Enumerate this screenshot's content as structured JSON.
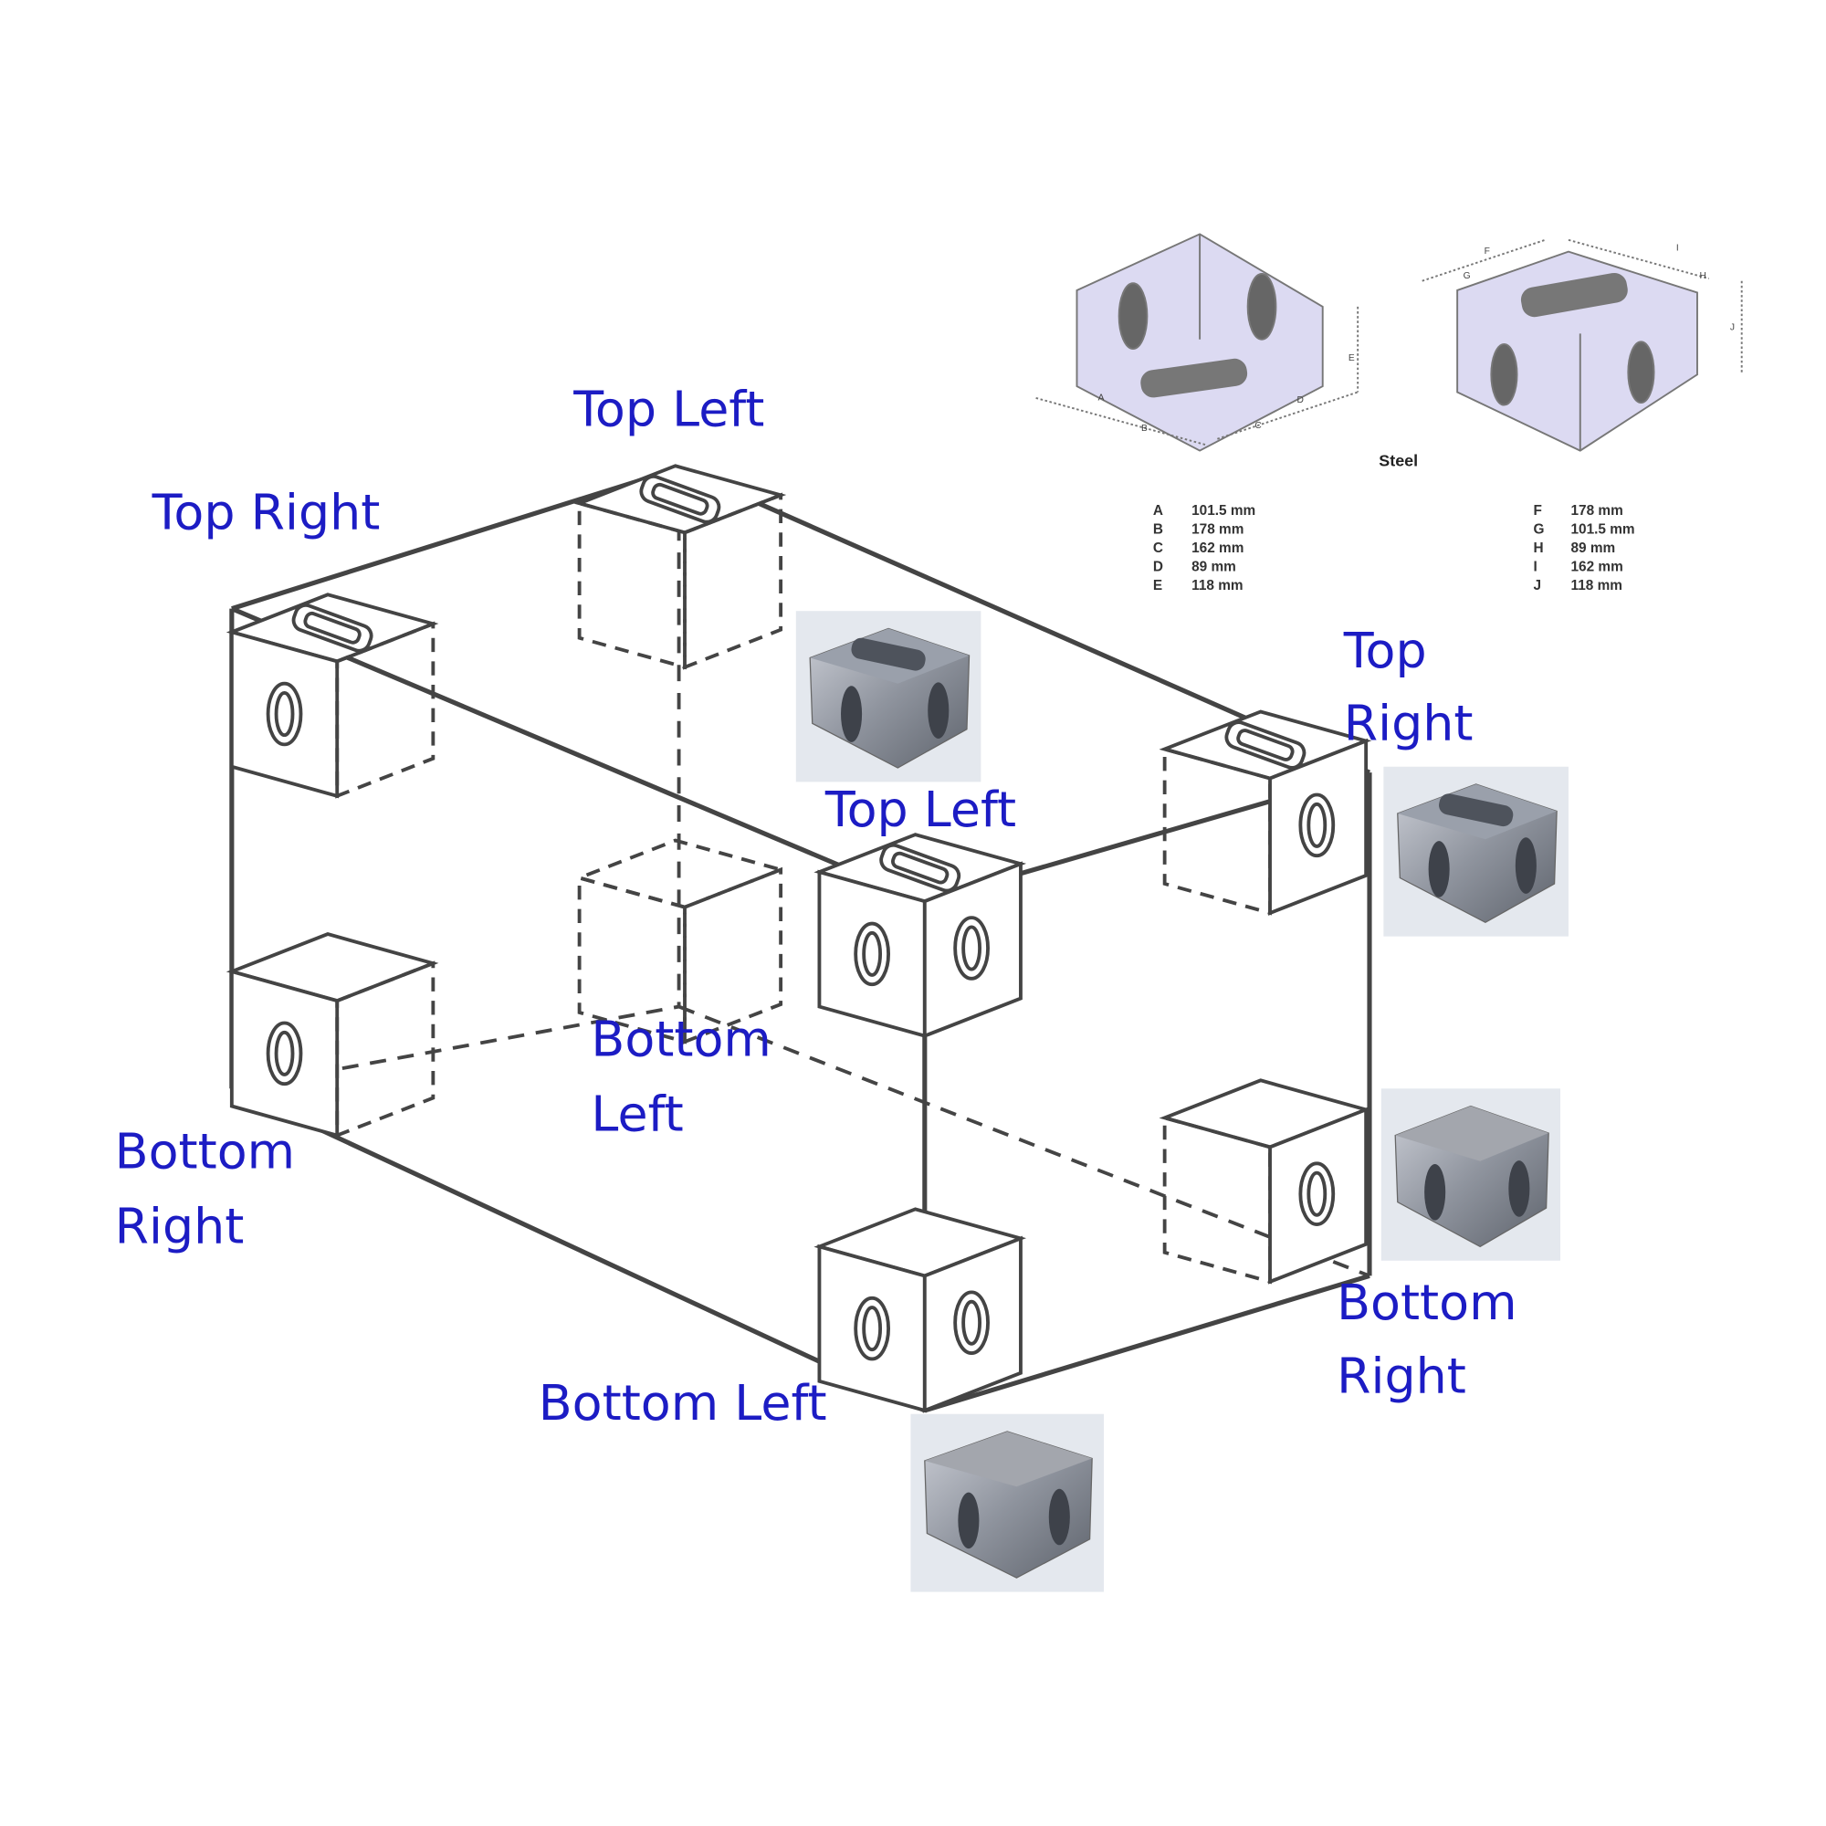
{
  "labels": {
    "top_left_back": "Top Left",
    "top_right_left": "Top Right",
    "top_left_front": "Top Left",
    "top_right_right_1": "Top",
    "top_right_right_2": "Right",
    "bottom_left_mid_1": "Bottom",
    "bottom_left_mid_2": "Left",
    "bottom_right_left_1": "Bottom",
    "bottom_right_left_2": "Right",
    "bottom_right_right_1": "Bottom",
    "bottom_right_right_2": "Right",
    "bottom_left_front": "Bottom Left"
  },
  "spec": {
    "material": "Steel",
    "dimension_letters": [
      "A",
      "B",
      "C",
      "D",
      "E",
      "F",
      "G",
      "H",
      "I",
      "J"
    ],
    "left_table": [
      {
        "key": "A",
        "value": "101.5 mm"
      },
      {
        "key": "B",
        "value": "178 mm"
      },
      {
        "key": "C",
        "value": "162 mm"
      },
      {
        "key": "D",
        "value": "89 mm"
      },
      {
        "key": "E",
        "value": "118 mm"
      }
    ],
    "right_table": [
      {
        "key": "F",
        "value": "178 mm"
      },
      {
        "key": "G",
        "value": "101.5 mm"
      },
      {
        "key": "H",
        "value": "89 mm"
      },
      {
        "key": "I",
        "value": "162 mm"
      },
      {
        "key": "J",
        "value": "118 mm"
      }
    ]
  },
  "colors": {
    "label": "#1c1cc4",
    "line": "#444444",
    "spec_cube": "#d8d6f0"
  }
}
